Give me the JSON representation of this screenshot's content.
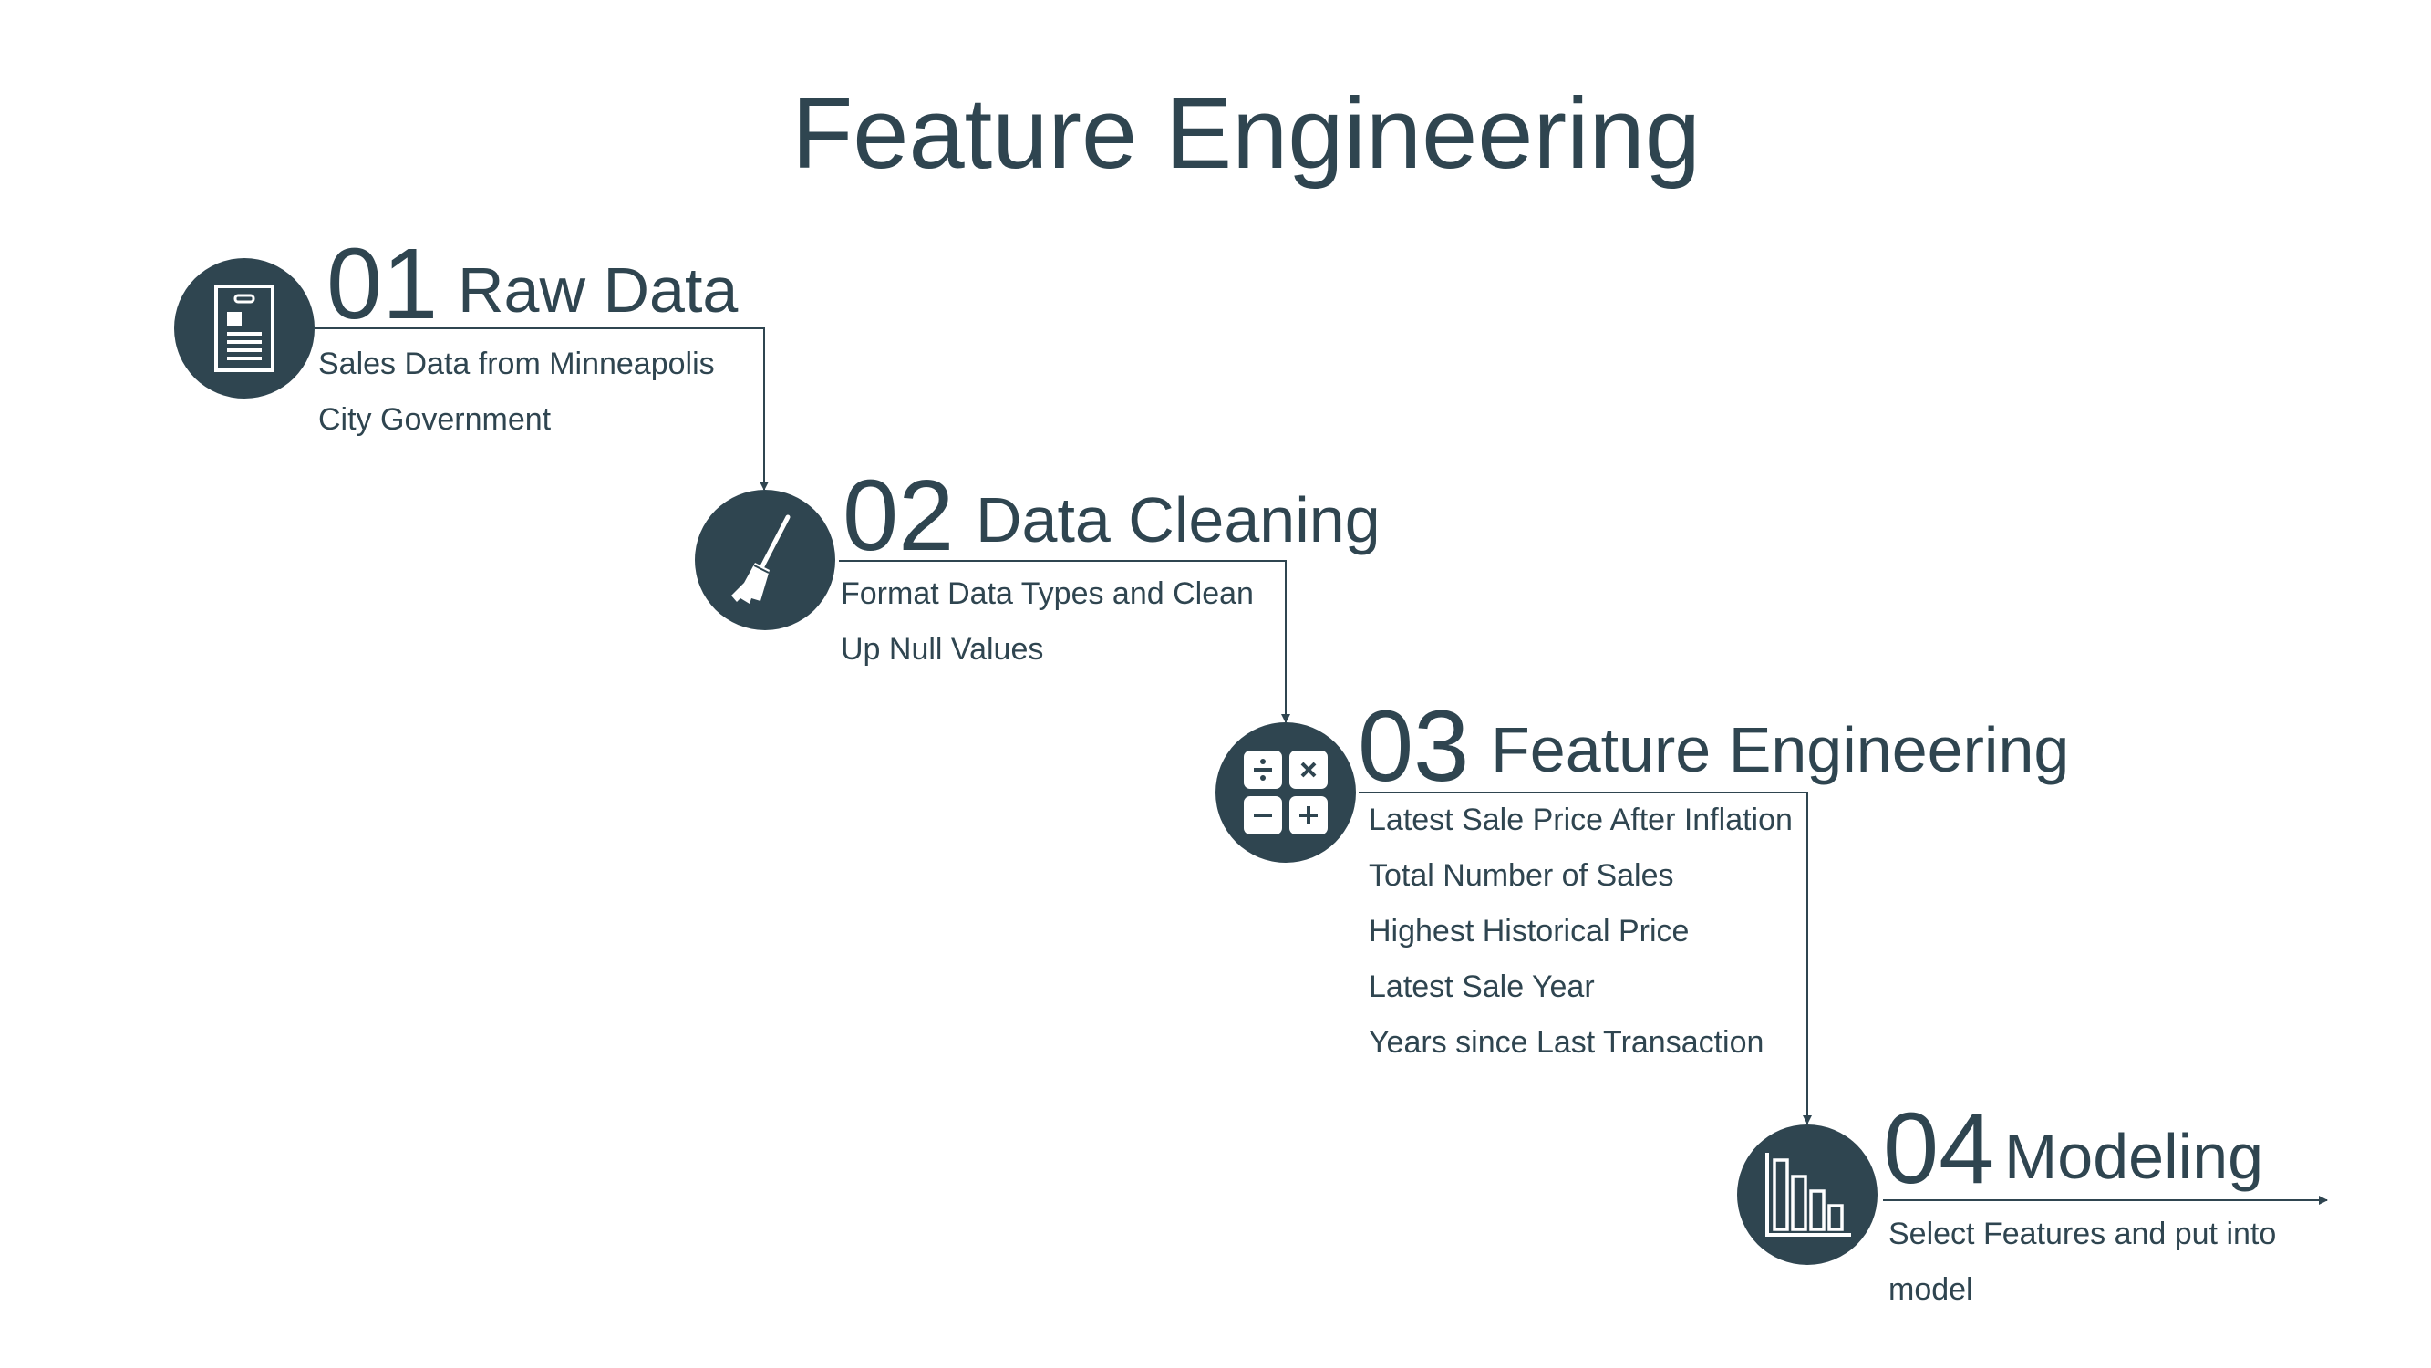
{
  "title": "Feature Engineering",
  "colors": {
    "primary": "#2f4550",
    "background": "#ffffff"
  },
  "steps": [
    {
      "number": "01",
      "title": "Raw Data",
      "icon": "document-icon",
      "lines": [
        "Sales Data from Minneapolis",
        "City Government"
      ]
    },
    {
      "number": "02",
      "title": "Data Cleaning",
      "icon": "broom-icon",
      "lines": [
        "Format Data Types and Clean",
        "Up Null Values"
      ]
    },
    {
      "number": "03",
      "title": "Feature Engineering",
      "icon": "calculator-icon",
      "lines": [
        "Latest Sale Price After Inflation",
        "Total Number of Sales",
        "Highest Historical Price",
        "Latest Sale Year",
        "Years since Last Transaction"
      ]
    },
    {
      "number": "04",
      "title": "Modeling",
      "icon": "bar-chart-icon",
      "lines": [
        "Select Features and put into",
        "model"
      ]
    }
  ]
}
